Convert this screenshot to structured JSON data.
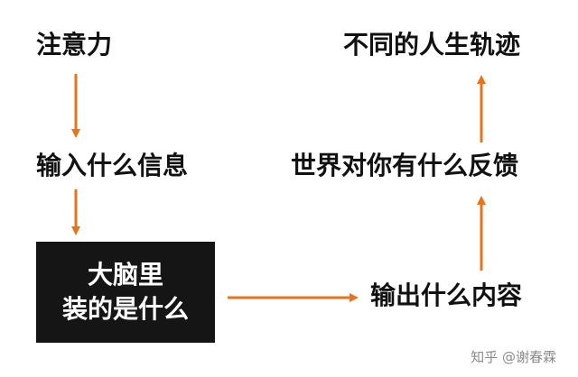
{
  "colors": {
    "arrow": "#e8731a",
    "box_background": "#151515",
    "box_text": "#ffffff",
    "text": "#111111"
  },
  "nodes": {
    "attention": "注意力",
    "input": "输入什么信息",
    "brain_line1": "大脑里",
    "brain_line2": "装的是什么",
    "output": "输出什么内容",
    "feedback": "世界对你有什么反馈",
    "life_path": "不同的人生轨迹"
  },
  "watermark": "知乎 @谢春霖"
}
